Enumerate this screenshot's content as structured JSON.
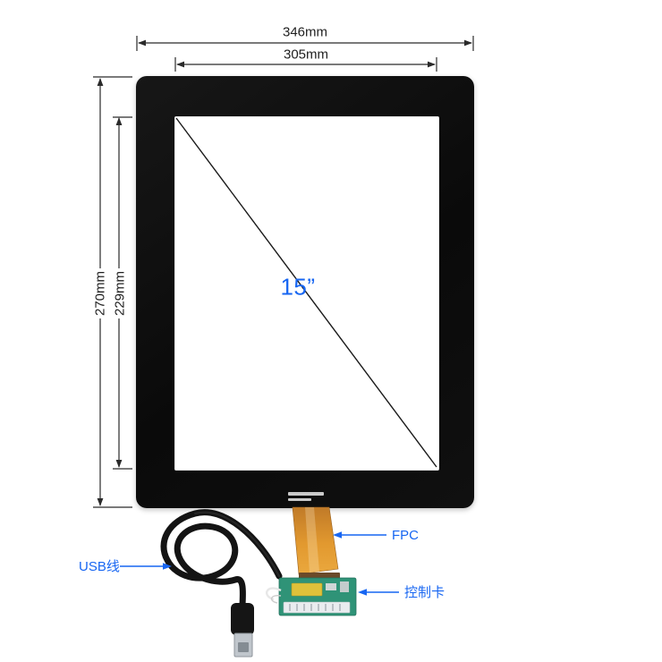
{
  "dimensions": {
    "outer_width": "346mm",
    "inner_width": "305mm",
    "outer_height": "270mm",
    "inner_height": "229mm",
    "diagonal_size": "15”"
  },
  "callouts": {
    "fpc": "FPC",
    "usb_cable": "USB线",
    "controller_card": "控制卡"
  },
  "colors": {
    "callout_blue": "#1766f2",
    "dimension_ink": "#2a2a2a",
    "bezel_black": "#0b0b0b",
    "fpc_orange": "#d78b33",
    "pcb_green": "#2f9377"
  }
}
